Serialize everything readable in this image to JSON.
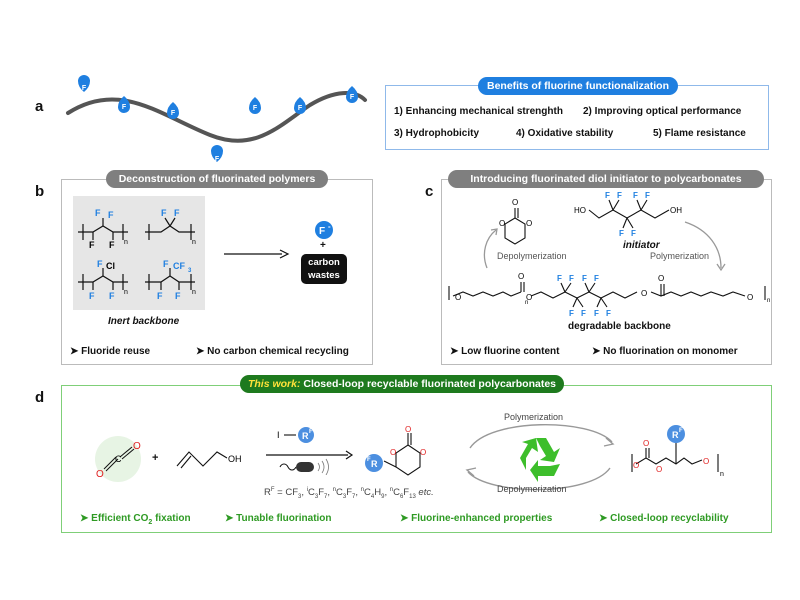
{
  "panel_a": {
    "letter": "a",
    "f_label": "F",
    "benefits_title": "Benefits of fluorine functionalization",
    "benefits": [
      "1) Enhancing mechanical strenghth",
      "2) Improving optical performance",
      "3) Hydrophobicity",
      "4) Oxidative stability",
      "5) Flame resistance"
    ]
  },
  "panel_b": {
    "letter": "b",
    "title": "Deconstruction of fluorinated polymers",
    "backbone_label": "Inert backbone",
    "f_atom": "F",
    "cl_atom": "Cl",
    "cf3": "CF",
    "sub3": "3",
    "n": "n",
    "fluoride_ion": "F",
    "fluoride_charge": "-",
    "plus": "+",
    "carbon_wastes_1": "carbon",
    "carbon_wastes_2": "wastes",
    "bullet_1": "➤ Fluoride reuse",
    "bullet_2": "➤ No carbon chemical recycling"
  },
  "panel_c": {
    "letter": "c",
    "title": "Introducing  fluorinated diol initiator to polycarbonates",
    "initiator_label": "initiator",
    "oh": "OH",
    "ho": "HO",
    "o_atom": "O",
    "depolymerization": "Depolymerization",
    "polymerization": "Polymerization",
    "backbone_label": "degradable backbone",
    "bullet_1": "➤ Low fluorine content",
    "bullet_2": "➤ No fluorination on monomer"
  },
  "panel_d": {
    "letter": "d",
    "title_em": "This work:",
    "title_rest": " Closed-loop recyclable fluorinated polycarbonates",
    "oh": "OH",
    "plus": "+",
    "reagent_i": "I",
    "rf": "R",
    "rf_sup": "F",
    "fr": "R",
    "rf_def": "R",
    "rf_def_sup": "F",
    "rf_def_rest": " = CF",
    "rf_list": [
      {
        "pre": "",
        "main": "3",
        "style": "sub"
      },
      {
        "pre": ", ",
        "main": "i",
        "style": "sup"
      },
      {
        "pre": "C",
        "main": "3",
        "style": "sub"
      },
      {
        "pre": "F",
        "main": "7",
        "style": "sub"
      },
      {
        "pre": ", ",
        "main": "n",
        "style": "sup"
      },
      {
        "pre": "C",
        "main": "3",
        "style": "sub"
      },
      {
        "pre": "F",
        "main": "7",
        "style": "sub"
      },
      {
        "pre": ", ",
        "main": "n",
        "style": "sup"
      },
      {
        "pre": "C",
        "main": "4",
        "style": "sub"
      },
      {
        "pre": "H",
        "main": "9",
        "style": "sub"
      },
      {
        "pre": ", ",
        "main": "n",
        "style": "sup"
      },
      {
        "pre": "C",
        "main": "6",
        "style": "sub"
      },
      {
        "pre": "F",
        "main": "13",
        "style": "sub"
      }
    ],
    "rf_etc": " etc.",
    "polymerization": "Polymerization",
    "depolymerization": "Depolymerization",
    "o_atom": "O",
    "n": "n",
    "c_atom": "C",
    "bullet_1": "➤ Efficient CO",
    "bullet_1_sub": "2",
    "bullet_1_rest": " fixation",
    "bullet_2": "➤ Tunable fluorination",
    "bullet_3": "➤ Fluorine-enhanced properties",
    "bullet_4": "➤ Closed-loop recyclability"
  },
  "colors": {
    "fluorine_blue": "#1f7fe0",
    "green": "#2e9a23",
    "dark_green": "#1e7a1e",
    "gray_pill": "#7f7f7f",
    "blue_pill": "#1f7fe0",
    "red": "#e02020"
  }
}
